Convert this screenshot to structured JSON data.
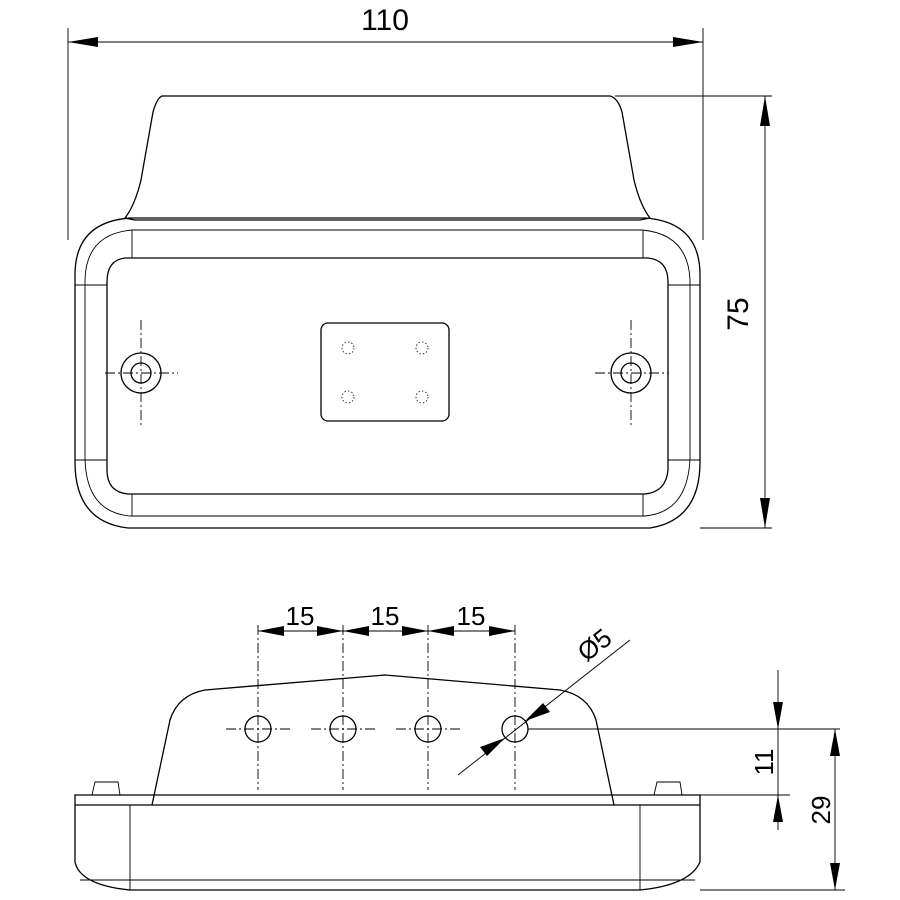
{
  "top_view": {
    "width_label": "110",
    "height_label": "75"
  },
  "side_view": {
    "spacing_labels": [
      "15",
      "15",
      "15"
    ],
    "hole_diameter_label": "Ø5",
    "hole_height_label": "11",
    "total_height_label": "29"
  }
}
